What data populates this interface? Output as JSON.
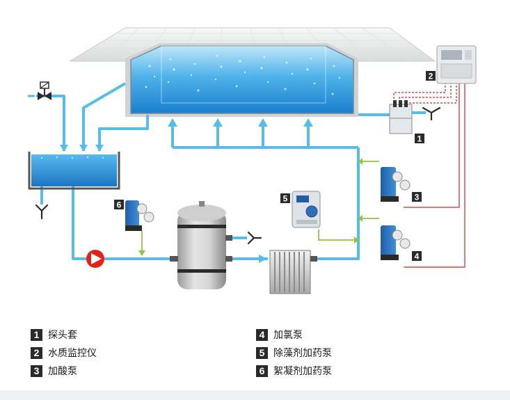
{
  "tags": {
    "probe_housing": "1",
    "monitor": "2",
    "acid_pump": "3",
    "chlorine_pump": "4",
    "algaecide_pump": "5",
    "flocculant_pump": "6"
  },
  "legend": [
    {
      "num": "1",
      "label": "探头套"
    },
    {
      "num": "2",
      "label": "水质监控仪"
    },
    {
      "num": "3",
      "label": "加酸泵"
    },
    {
      "num": "4",
      "label": "加氯泵"
    },
    {
      "num": "5",
      "label": "除藻剂加药泵"
    },
    {
      "num": "6",
      "label": "絮凝剂加药泵"
    }
  ],
  "colors": {
    "water_pipe": "#56bde8",
    "dosing_line": "#8cc63f",
    "signal_wire": "#c8272d",
    "pump_red": "#e2231a",
    "pool_water": "#2e9fe0"
  }
}
